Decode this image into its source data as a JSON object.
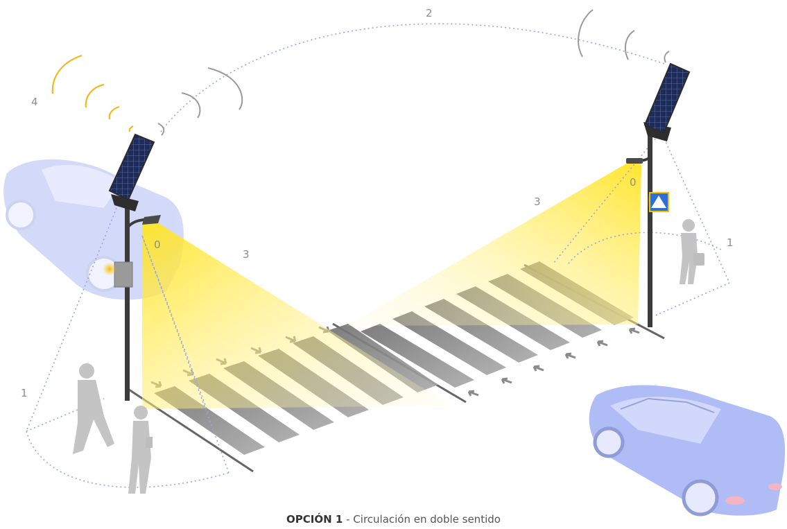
{
  "labels": {
    "sensor_left": "1",
    "sensor_right": "1",
    "radio_link": "2",
    "light_cone_left": "3",
    "light_cone_right": "3",
    "warning_signal": "4",
    "lamp_left": "0",
    "lamp_right": "0"
  },
  "caption": {
    "title": "OPCIÓN 1",
    "separator": " - ",
    "subtitle": "Circulación en doble sentido"
  },
  "colors": {
    "light_cone": "#ffe840",
    "signal_arcs": "#f5b71e",
    "radio_arcs": "#9a9a9a",
    "car": "#93a4f0",
    "pole": "#3b3b3b",
    "stripes": "#8a8a8a",
    "sensor_dots": "#9aa3e0"
  },
  "icons": [
    "solar-panel-icon",
    "street-lamp-icon",
    "pedestrian-crossing-sign-icon",
    "pedestrian-icon",
    "car-icon"
  ]
}
